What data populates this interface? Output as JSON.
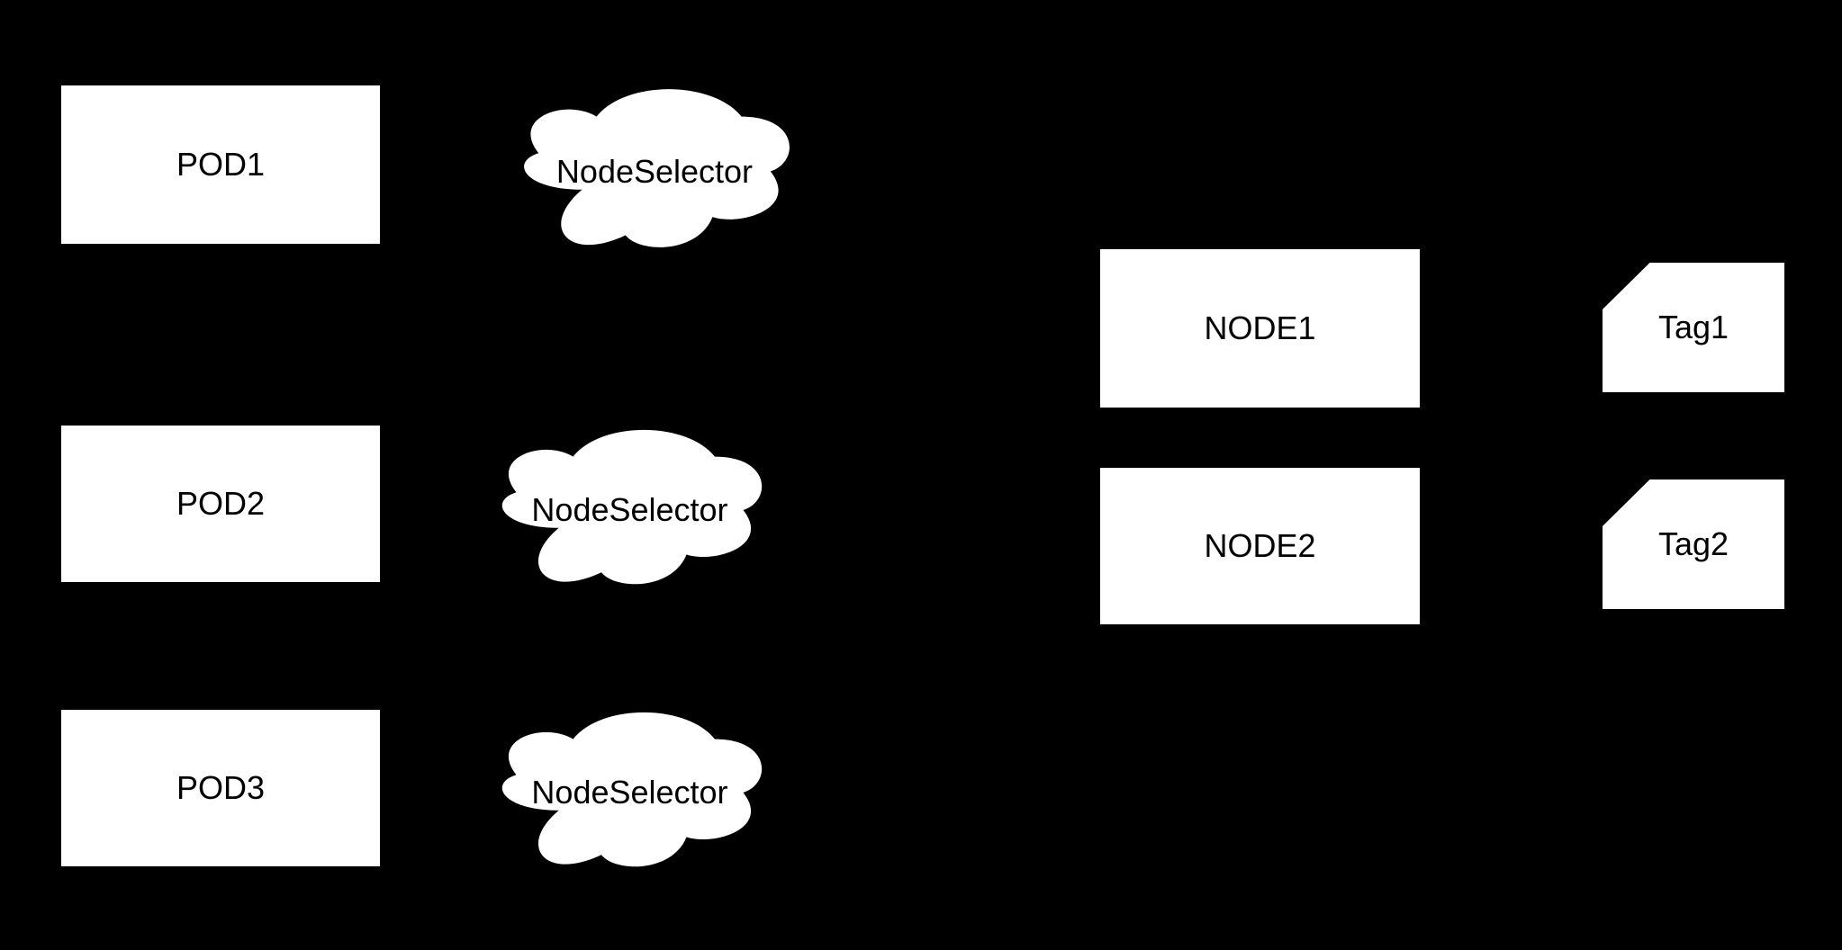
{
  "diagram": {
    "background_color": "#000000",
    "shape_fill_color": "#ffffff",
    "text_color": "#000000",
    "pods": [
      {
        "label": "POD1"
      },
      {
        "label": "POD2"
      },
      {
        "label": "POD3"
      }
    ],
    "selectors": [
      {
        "label": "NodeSelector"
      },
      {
        "label": "NodeSelector"
      },
      {
        "label": "NodeSelector"
      }
    ],
    "nodes": [
      {
        "label": "NODE1"
      },
      {
        "label": "NODE2"
      }
    ],
    "tags": [
      {
        "label": "Tag1"
      },
      {
        "label": "Tag2"
      }
    ]
  }
}
